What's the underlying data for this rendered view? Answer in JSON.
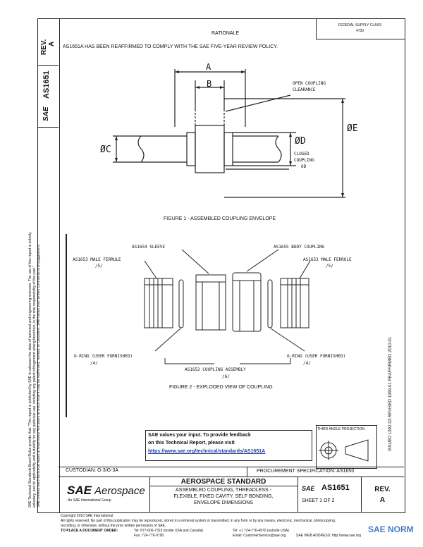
{
  "header": {
    "rev_label": "REV.",
    "rev_value": "A",
    "doc_number": "AS1651",
    "corner_note_line1": "FEDERAL SUPPLY CLASS",
    "corner_note_line2": "4730"
  },
  "rationale": {
    "heading": "RATIONALE",
    "text": "AS1651A HAS BEEN REAFFIRMED TO COMPLY WITH THE SAE FIVE-YEAR REVIEW POLICY."
  },
  "figure1": {
    "label_a": "A",
    "label_b": "B",
    "label_c": "ØC",
    "label_d": "ØD",
    "label_e": "ØE",
    "open_clearance_1": "OPEN COUPLING",
    "open_clearance_2": "CLEARANCE",
    "closed_1": "CLOSED",
    "closed_2": "COUPLING",
    "closed_3": "OD",
    "caption": "FIGURE 1 - ASSEMBLED COUPLING ENVELOPE"
  },
  "figure2": {
    "sleeve": "AS1654 SLEEVE",
    "body_coupling": "AS1655 BODY COUPLING",
    "male_ferrule_left": "AS1653 MALE FERRULE",
    "male_ferrule_left_ref": "/5/",
    "male_ferrule_right": "AS1653 MALE FERRULE",
    "male_ferrule_right_ref": "/5/",
    "oring_left": "O-RING (USER FURNISHED)",
    "oring_left_ref": "/4/",
    "oring_right": "O-RING (USER FURNISHED)",
    "oring_right_ref": "/4/",
    "assembly": "AS1652 COUPLING ASSEMBLY",
    "assembly_ref": "/6/",
    "caption": "FIGURE 2 - EXPLODED VIEW OF COUPLING"
  },
  "feedback": {
    "line1": "SAE values your input. To provide feedback",
    "line2": "on this Technical Report, please visit",
    "url": "https://www.sae.org/technical/standards/AS1651A"
  },
  "projection": {
    "label": "THIRD ANGLE PROJECTION"
  },
  "right_margin": {
    "dates": "ISSUED 1992-03     REVISED 1999-01     REAFFIRMED 2010-01"
  },
  "left_margin": {
    "line1": "SAE Technical Standards Board Rules provide that: \"This report is published by SAE to advance the state of technical and engineering sciences. The use of this report is entirely",
    "line2": "voluntary, and its applicability and suitability for any particular use, including any patent infringement arising therefrom, is the sole responsibility of the user.\"",
    "line3": "SAE reviews each technical report at least every five years at which time it may be reaffirmed, revised, or cancelled. SAE invites your written comments and suggestions."
  },
  "title_block": {
    "custodian": "CUSTODIAN: G-3/G-3A",
    "procurement": "PROCUREMENT SPECIFICATION: AS1650",
    "logo_sae": "SAE",
    "logo_aerospace": "Aerospace",
    "logo_sub": "An SAE International Group",
    "standard_title": "AEROSPACE STANDARD",
    "description_1": "ASSEMBLED COUPLING, THREADLESS -",
    "description_2": "FLEXIBLE, FIXED CAVITY, SELF BONDING,",
    "description_3": "ENVELOPE DIMENSIONS",
    "tb_sae": "SAE",
    "tb_doc": "AS1651",
    "sheet": "SHEET 1 OF 2",
    "rev_label": "REV.",
    "rev_value": "A"
  },
  "footer": {
    "copyright": "Copyright 2010 SAE International",
    "rights": "All rights reserved. No part of this publication may be reproduced, stored in a retrieval system or transmitted, in any form or by any means, electronic, mechanical, photocopying,",
    "rights2": "recording, or otherwise, without the prior written permission of SAE.",
    "order_label": "TO PLACE A DOCUMENT ORDER:",
    "tel": "Tel: 877-606-7323 (inside USA and Canada)",
    "tel2": "Tel: +1 724-776-4970 (outside USA)",
    "fax": "Fax: 724-776-0790",
    "email": "Email: CustomerService@sae.org",
    "web": "SAE WEB ADDRESS: http://www.sae.org"
  },
  "watermark": {
    "text": "SAE NORM"
  },
  "colors": {
    "line": "#222222",
    "link": "#1a3fb8",
    "watermark": "#3f7fc7"
  }
}
